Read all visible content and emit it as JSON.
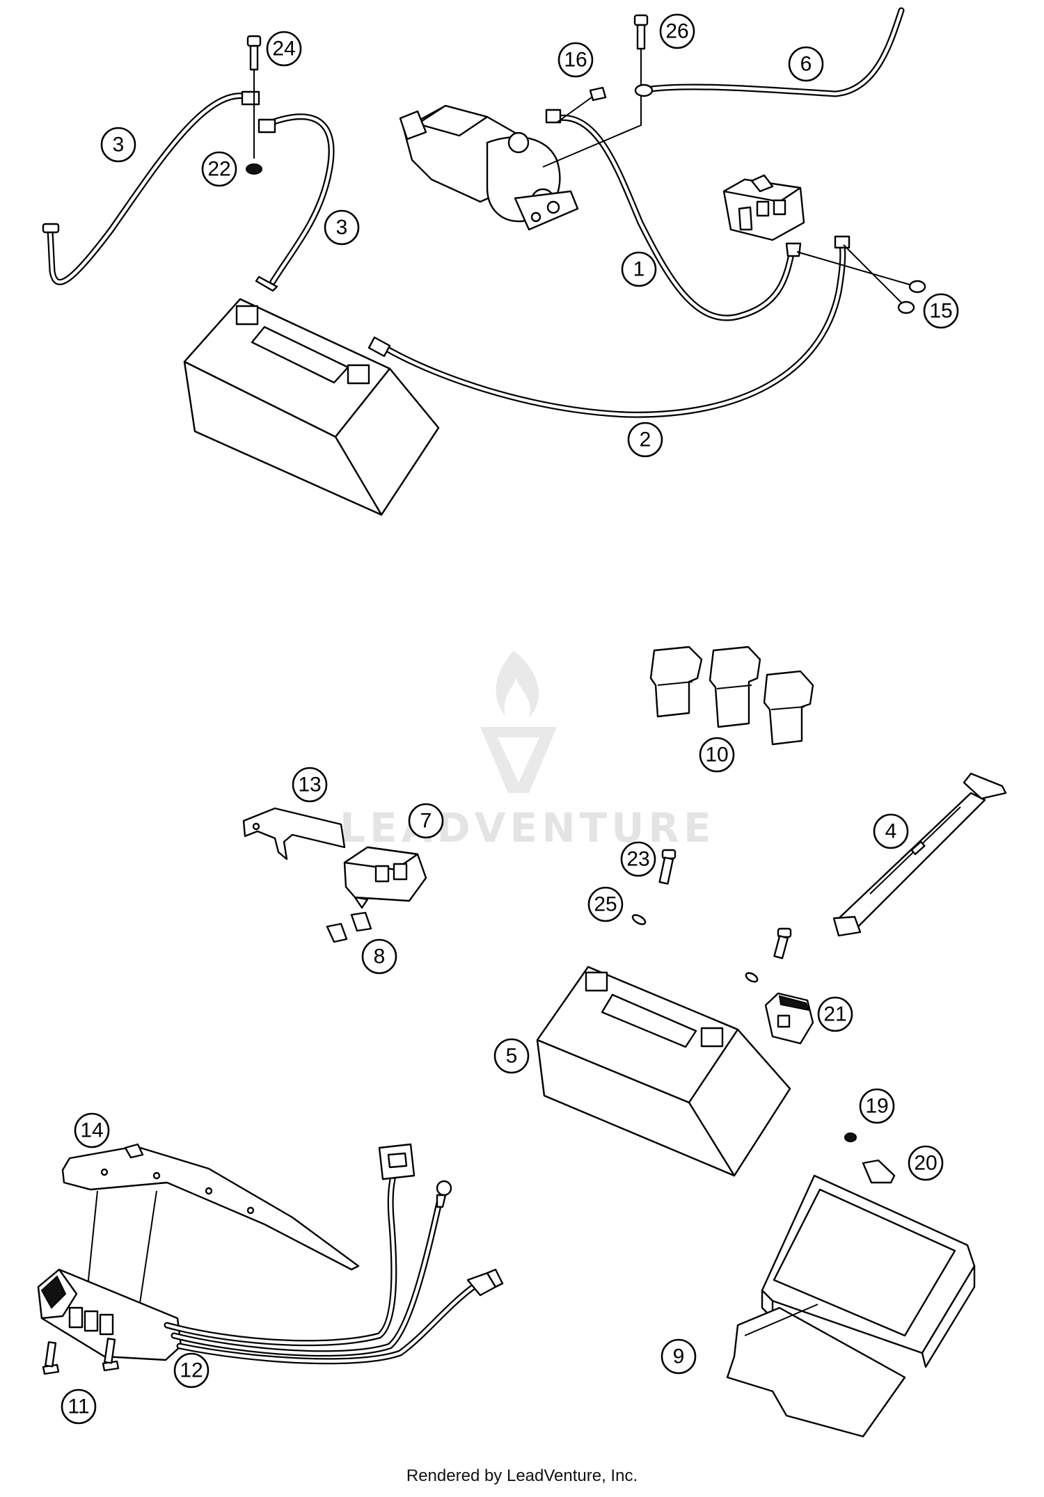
{
  "callouts": {
    "c1": "1",
    "c2": "2",
    "c3a": "3",
    "c3b": "3",
    "c4": "4",
    "c5": "5",
    "c6": "6",
    "c7": "7",
    "c8": "8",
    "c9": "9",
    "c10": "10",
    "c11": "11",
    "c12": "12",
    "c13": "13",
    "c14": "14",
    "c15": "15",
    "c16": "16",
    "c19": "19",
    "c20": "20",
    "c21": "21",
    "c22": "22",
    "c23": "23",
    "c24": "24",
    "c25": "25",
    "c26": "26"
  },
  "watermark": {
    "text": "LEADVENTURE"
  },
  "footer": {
    "text": "Rendered by LeadVenture, Inc."
  }
}
